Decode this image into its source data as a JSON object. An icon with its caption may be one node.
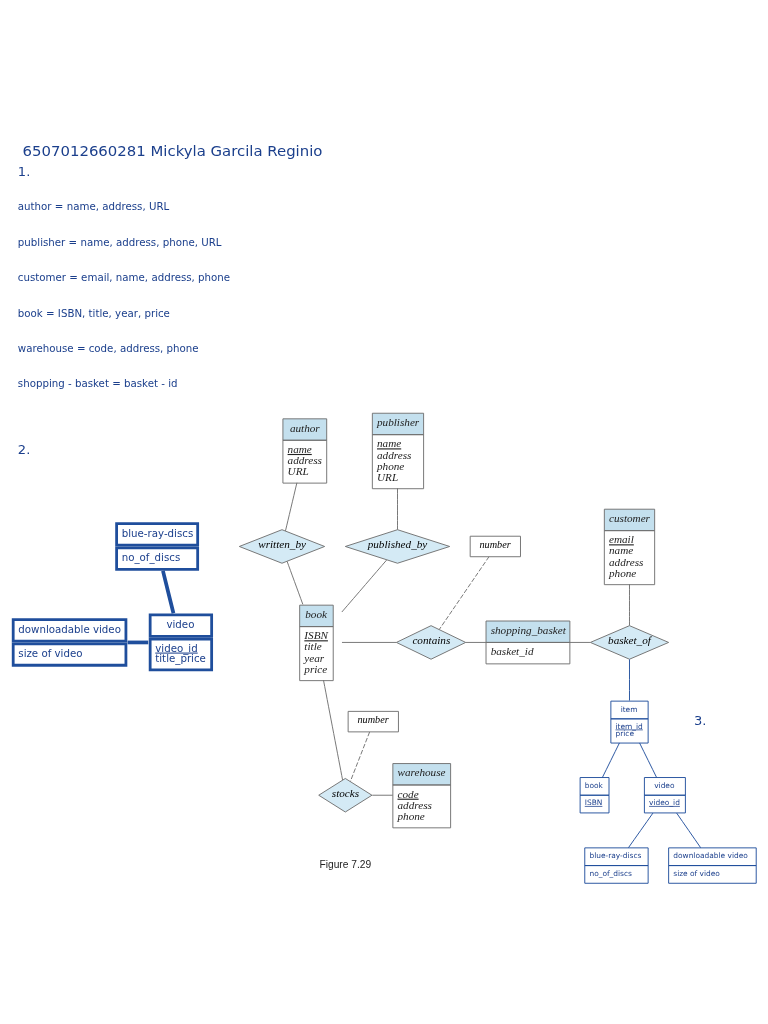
{
  "diagram": {
    "title": "6507012660281 Mickyla Garcila Reginio",
    "nodes": [
      {
        "text": [
          "blue-ray-discs",
          "no_of_discs"
        ]
      },
      {
        "text": [
          "downloadable video",
          "size of video"
        ]
      },
      {
        "text": [
          "video",
          "video_id",
          "title_price"
        ]
      },
      {
        "text": [
          "author",
          "name",
          "address",
          "URL"
        ]
      },
      {
        "text": [
          "publisher",
          "name",
          "address",
          "phone",
          "URL"
        ]
      },
      {
        "text": [
          "customer",
          "email",
          "name",
          "address",
          "phone"
        ]
      },
      {
        "text": [
          "written_by"
        ]
      },
      {
        "text": [
          "published_by"
        ]
      },
      {
        "text": [
          "book",
          "ISBN",
          "title",
          "year",
          "price"
        ]
      },
      {
        "text": [
          "number"
        ]
      },
      {
        "text": [
          "contains"
        ]
      },
      {
        "text": [
          "shopping_basket",
          "basket_id"
        ]
      },
      {
        "text": [
          "basket_of"
        ]
      },
      {
        "text": [
          "number"
        ]
      },
      {
        "text": [
          "stocks"
        ]
      },
      {
        "text": [
          "warehouse",
          "code",
          "address",
          "phone"
        ]
      },
      {
        "text": [
          "item",
          "item_id",
          "price"
        ]
      },
      {
        "text": [
          "book",
          "ISBN"
        ]
      },
      {
        "text": [
          "video",
          "video_id"
        ]
      },
      {
        "text": [
          "blue-ray-discs",
          "no_of_discs"
        ]
      },
      {
        "text": [
          "downloadable video",
          "size of video"
        ]
      }
    ],
    "edges": [
      {
        "from": 0,
        "to": 2,
        "arrow": "none",
        "style": "thick",
        "color": "#1f4e9c"
      },
      {
        "from": 1,
        "to": 2,
        "arrow": "none",
        "style": "thick",
        "color": "#1f4e9c"
      },
      {
        "from": 3,
        "to": 6,
        "arrow": "none"
      },
      {
        "from": 6,
        "to": 8,
        "arrow": "none"
      },
      {
        "from": 4,
        "to": 7,
        "arrow": "none"
      },
      {
        "from": 7,
        "to": 8,
        "arrow": "none"
      },
      {
        "from": 8,
        "to": 10,
        "arrow": "none"
      },
      {
        "from": 9,
        "to": 10,
        "arrow": "none",
        "style": "dashed"
      },
      {
        "from": 10,
        "to": 11,
        "arrow": "none"
      },
      {
        "from": 11,
        "to": 12,
        "arrow": "none"
      },
      {
        "from": 5,
        "to": 12,
        "arrow": "none"
      },
      {
        "from": 8,
        "to": 14,
        "arrow": "none"
      },
      {
        "from": 13,
        "to": 14,
        "arrow": "none",
        "style": "dashed"
      },
      {
        "from": 14,
        "to": 15,
        "arrow": "none"
      },
      {
        "from": 12,
        "to": 16,
        "arrow": "none",
        "color": "#1f4e9c"
      },
      {
        "from": 16,
        "to": 17,
        "arrow": "none",
        "color": "#1f4e9c"
      },
      {
        "from": 16,
        "to": 18,
        "arrow": "none",
        "color": "#1f4e9c"
      },
      {
        "from": 18,
        "to": 19,
        "arrow": "none",
        "color": "#1f4e9c"
      },
      {
        "from": 18,
        "to": 20,
        "arrow": "none",
        "color": "#1f4e9c"
      }
    ],
    "labels": [
      "1.",
      "author = name, address, URL",
      "publisher = name, address, phone, URL",
      "customer = email, name, address, phone",
      "book = ISBN, title, year, price",
      "warehouse = code, address, phone",
      "shopping - basket = basket - id",
      "2.",
      "3.",
      "Figure 7.29"
    ]
  }
}
